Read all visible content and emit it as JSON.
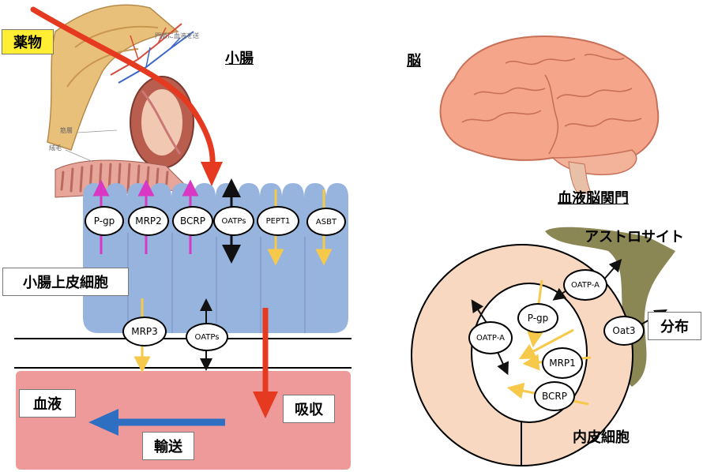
{
  "colors": {
    "cell_blue": "#97b4de",
    "blood_pink": "#ef9a9a",
    "brain_pink": "#f4a58a",
    "endothelium": "#f8d8c0",
    "astrocyte": "#8b8755",
    "absorption_red": "#e53a1f",
    "transport_blue": "#2f6fc2",
    "efflux_magenta": "#d838c4",
    "influx_yellow": "#f6c94a",
    "drug_label_bg": "#ffee33"
  },
  "labels": {
    "drug": "薬物",
    "small_intestine": "小腸",
    "brain": "脳",
    "intestinal_epithelium": "小腸上皮細胞",
    "blood": "血液",
    "absorption": "吸収",
    "transport": "輸送",
    "bbb": "血液脳関門",
    "astrocyte": "アストロサイト",
    "distribution": "分布",
    "endothelial_cell": "内皮細胞"
  },
  "illustration_labels": {
    "portal_vein": "門脈に血液を送",
    "muscle_layer": "筋層",
    "villi": "絨毛"
  },
  "apical_transporters": [
    "P-gp",
    "MRP2",
    "BCRP",
    "OATPs",
    "PEPT1",
    "ASBT"
  ],
  "basolateral_transporters": [
    "MRP3",
    "OATPs"
  ],
  "bbb_transporters": {
    "oatp_a_top": "OATP-A",
    "oatp_a_left": "OATP-A",
    "pgp": "P-gp",
    "mrp1": "MRP1",
    "bcrp": "BCRP",
    "oat3": "Oat3"
  }
}
